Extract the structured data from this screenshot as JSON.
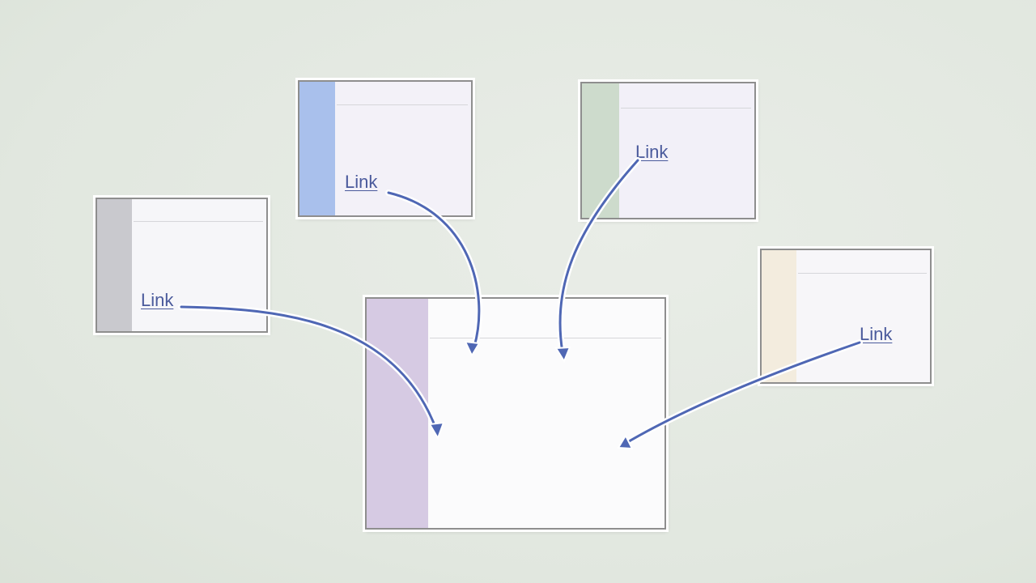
{
  "main_page": {
    "sidebar_color": "#d6cae3",
    "background": "#fbfbfc"
  },
  "source_pages": [
    {
      "id": "top-left",
      "sidebar_color": "#c9c9ce",
      "background": "#f6f6f9",
      "link_label": "Link"
    },
    {
      "id": "top-center",
      "sidebar_color": "#a9c0ec",
      "background": "#f3f1f8",
      "link_label": "Link"
    },
    {
      "id": "top-right",
      "sidebar_color": "#cddbcc",
      "background": "#f2f0f8",
      "link_label": "Link"
    },
    {
      "id": "right",
      "sidebar_color": "#f3ecde",
      "background": "#f7f6f9",
      "link_label": "Link"
    }
  ],
  "arrow_color": "#4f67b4"
}
